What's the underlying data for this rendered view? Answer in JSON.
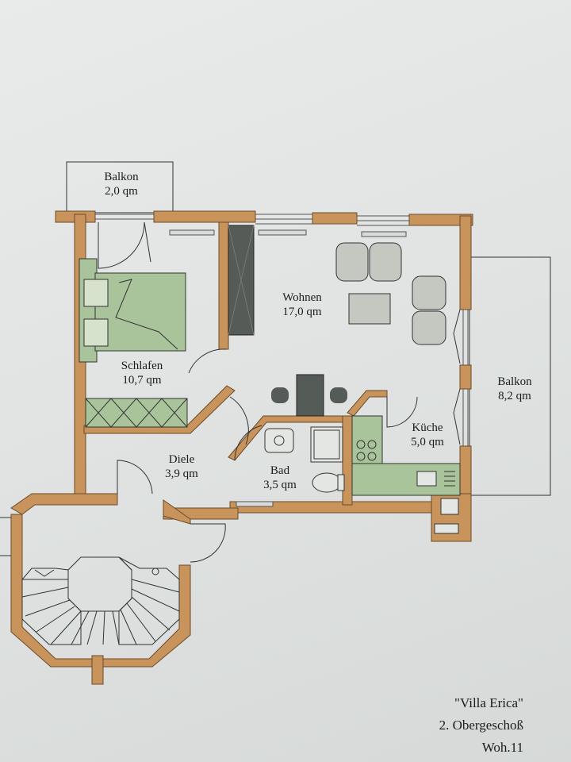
{
  "rooms": [
    {
      "key": "balkon_top",
      "name": "Balkon",
      "area": "2,0 qm"
    },
    {
      "key": "wohnen",
      "name": "Wohnen",
      "area": "17,0 qm"
    },
    {
      "key": "balkon_right",
      "name": "Balkon",
      "area": "8,2 qm"
    },
    {
      "key": "schlafen",
      "name": "Schlafen",
      "area": "10,7 qm"
    },
    {
      "key": "kueche",
      "name": "Küche",
      "area": "5,0 qm"
    },
    {
      "key": "diele",
      "name": "Diele",
      "area": "3,9 qm"
    },
    {
      "key": "bad",
      "name": "Bad",
      "area": "3,5 qm"
    }
  ],
  "caption": {
    "line1": "\"Villa Erica\"",
    "line2": "2. Obergeschoß",
    "line3": "Woh.11"
  },
  "colors": {
    "wall": "#c9945c",
    "wall_stroke": "#6b4a2a",
    "furniture_green": "#a9c49a",
    "furniture_grey": "#c5c8c0",
    "wardrobe_dark": "#555b57"
  }
}
